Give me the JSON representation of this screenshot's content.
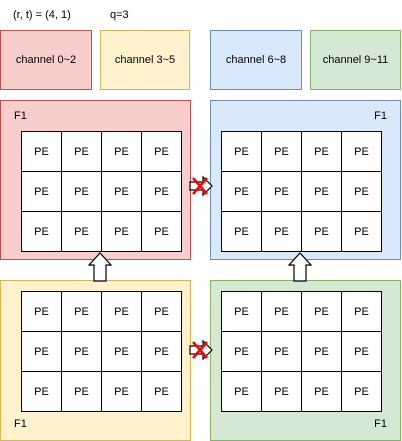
{
  "header": {
    "params": "(r, t) = (4, 1)",
    "q": "q=3"
  },
  "channels": [
    {
      "label": "channel 0~2",
      "fill": "#f8cecc",
      "stroke": "#b85450"
    },
    {
      "label": "channel 3~5",
      "fill": "#fff2cc",
      "stroke": "#d6b656"
    },
    {
      "label": "channel 6~8",
      "fill": "#dae8fc",
      "stroke": "#6c8ebf"
    },
    {
      "label": "channel 9~11",
      "fill": "#d5e8d4",
      "stroke": "#82b366"
    }
  ],
  "quadrants": [
    {
      "id": "top-left",
      "fill": "#f8cecc",
      "stroke": "#b85450",
      "label": "F1"
    },
    {
      "id": "top-right",
      "fill": "#dae8fc",
      "stroke": "#6c8ebf",
      "label": "F1"
    },
    {
      "id": "bottom-left",
      "fill": "#fff2cc",
      "stroke": "#d6b656",
      "label": "F1"
    },
    {
      "id": "bottom-right",
      "fill": "#d5e8d4",
      "stroke": "#82b366",
      "label": "F1"
    }
  ],
  "pe_label": "PE",
  "pe_rows": 3,
  "pe_cols": 4,
  "arrows": {
    "up": [
      "bottom-left-to-top-left",
      "bottom-right-to-top-right"
    ],
    "blocked_right": [
      "top-left-to-top-right",
      "bottom-left-to-bottom-right"
    ],
    "blocked_color": "#ff0000"
  }
}
